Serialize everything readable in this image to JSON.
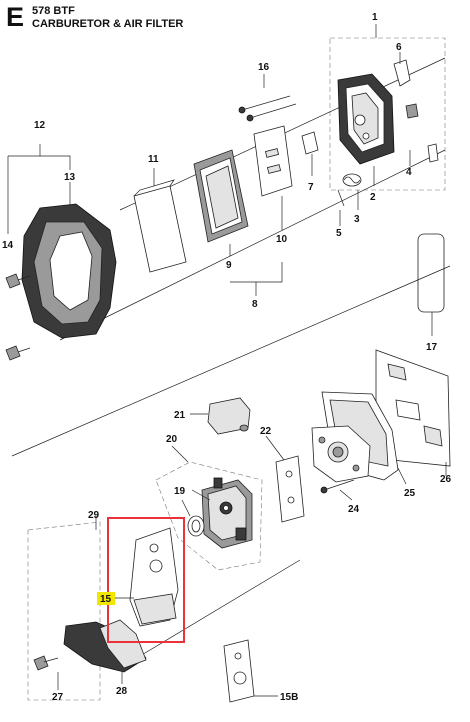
{
  "header": {
    "section_letter": "E",
    "model": "578 BTF",
    "title": "CARBURETOR & AIR FILTER"
  },
  "callouts": {
    "c1": "1",
    "c2": "2",
    "c3": "3",
    "c4": "4",
    "c5": "5",
    "c6": "6",
    "c7": "7",
    "c8": "8",
    "c9": "9",
    "c10": "10",
    "c11": "11",
    "c12": "12",
    "c13": "13",
    "c14": "14",
    "c15": "15",
    "c15b": "15B",
    "c16": "16",
    "c17": "17",
    "c19": "19",
    "c20": "20",
    "c21": "21",
    "c22": "22",
    "c24": "24",
    "c25": "25",
    "c26": "26",
    "c27": "27",
    "c28": "28",
    "c29": "29"
  },
  "highlight": {
    "color": "#e8333a",
    "callout_marker_color": "#f2e600",
    "highlighted_part": "15"
  }
}
